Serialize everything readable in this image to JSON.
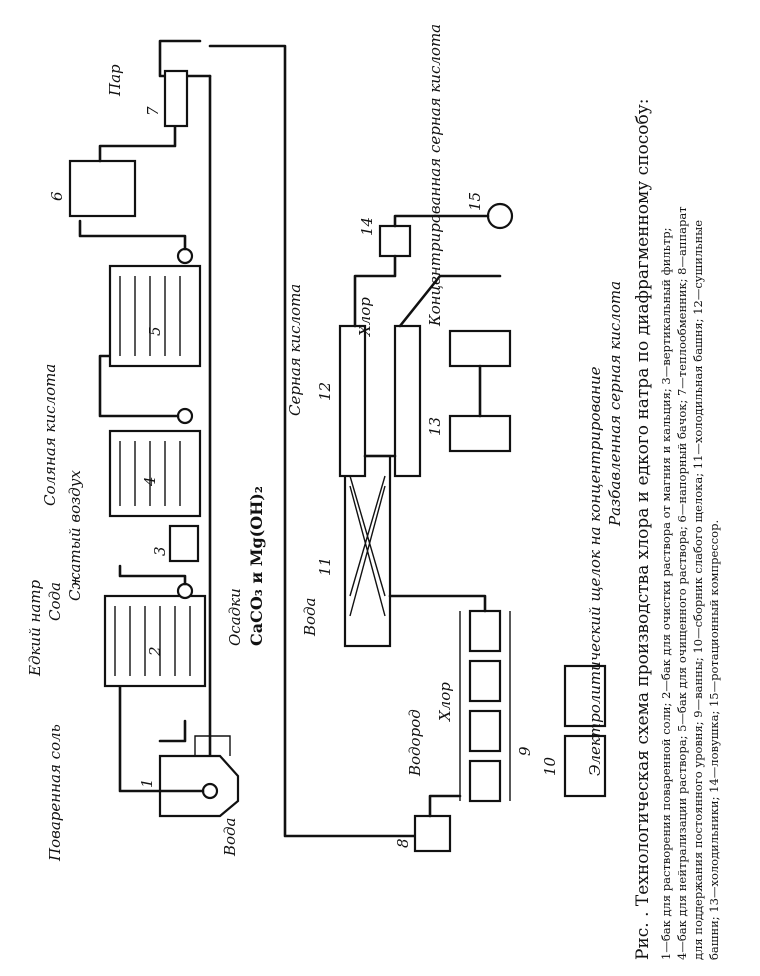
{
  "labels": {
    "salt": "Поваренная соль",
    "water1": "Вода",
    "caustic": "Едкий натр",
    "soda": "Сода",
    "compressed_air": "Сжатый воздух",
    "hcl": "Соляная кислота",
    "steam": "Пар",
    "sediment": "Осадки",
    "sediment_formula": "CaCO₃ и Mg(OH)₂",
    "hydrogen": "Водород",
    "chlorine1": "Хлор",
    "electrolytic_liquor": "Электролитический щелок на концентрирование",
    "water2": "Вода",
    "sulfuric_acid": "Серная кислота",
    "dilute_acid": "Разбавленная серная кислота",
    "chlorine2": "Хлор",
    "conc_acid": "Концентрированная серная кислота"
  },
  "numbers": [
    "1",
    "2",
    "3",
    "4",
    "5",
    "6",
    "7",
    "8",
    "9",
    "10",
    "11",
    "12",
    "13",
    "14",
    "15"
  ],
  "caption": {
    "title": "Рис. . Технологическая схема производства хлора и едкого натра по диафрагменному способу:",
    "legend_line1": "1—бак для растворения поваренной соли; 2—бак для очистки раствора от магния и кальция; 3—вертикальный фильтр;",
    "legend_line2": "4—бак для нейтрализации раствора; 5—бак для очищенного раствора; 6—напорный бачок; 7—теплообменник; 8—аппарат",
    "legend_line3": "для поддержания постоянного уровня; 9—ванны; 10—сборник слабого щелока; 11—холодильная башня; 12—сушильные",
    "legend_line4": "башни; 13—холодильники; 14—ловушка; 15—ротационный компрессор."
  }
}
